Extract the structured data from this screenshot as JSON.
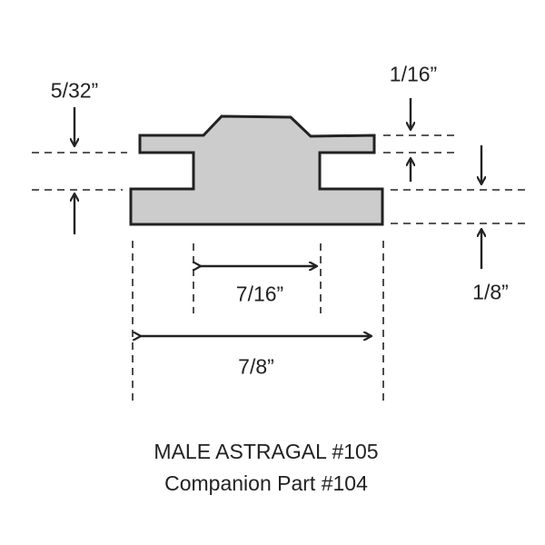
{
  "dimensions": {
    "top_flange_offset": "5/32”",
    "flange_thickness": "1/16”",
    "base_thickness": "1/8”",
    "stem_width": "7/16”",
    "overall_width": "7/8”"
  },
  "caption": {
    "title": "MALE ASTRAGAL #105",
    "subtitle": "Companion Part #104"
  },
  "colors": {
    "profile_fill": "#cccccc",
    "stroke": "#222222"
  }
}
